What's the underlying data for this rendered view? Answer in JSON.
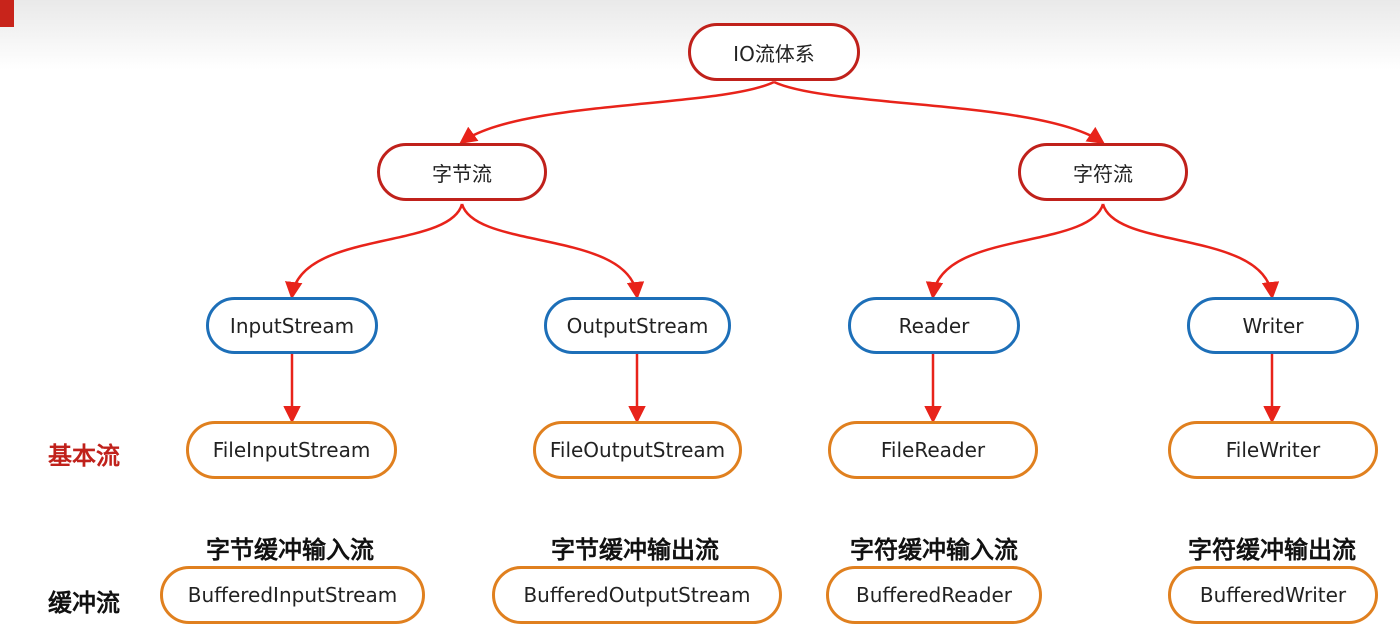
{
  "root": "IO流体系",
  "level1": [
    "字节流",
    "字符流"
  ],
  "level2": [
    "InputStream",
    "OutputStream",
    "Reader",
    "Writer"
  ],
  "basic": {
    "label": "基本流",
    "items": [
      "FileInputStream",
      "FileOutputStream",
      "FileReader",
      "FileWriter"
    ]
  },
  "buffered": {
    "label": "缓冲流",
    "headers": [
      "字节缓冲输入流",
      "字节缓冲输出流",
      "字符缓冲输入流",
      "字符缓冲输出流"
    ],
    "items": [
      "BufferedInputStream",
      "BufferedOutputStream",
      "BufferedReader",
      "BufferedWriter"
    ]
  },
  "colors": {
    "root": "#c0211b",
    "abstract": "#1d6fb8",
    "concrete": "#e0801f",
    "edge": "#e8231a",
    "basic_label": "#c0211b"
  }
}
